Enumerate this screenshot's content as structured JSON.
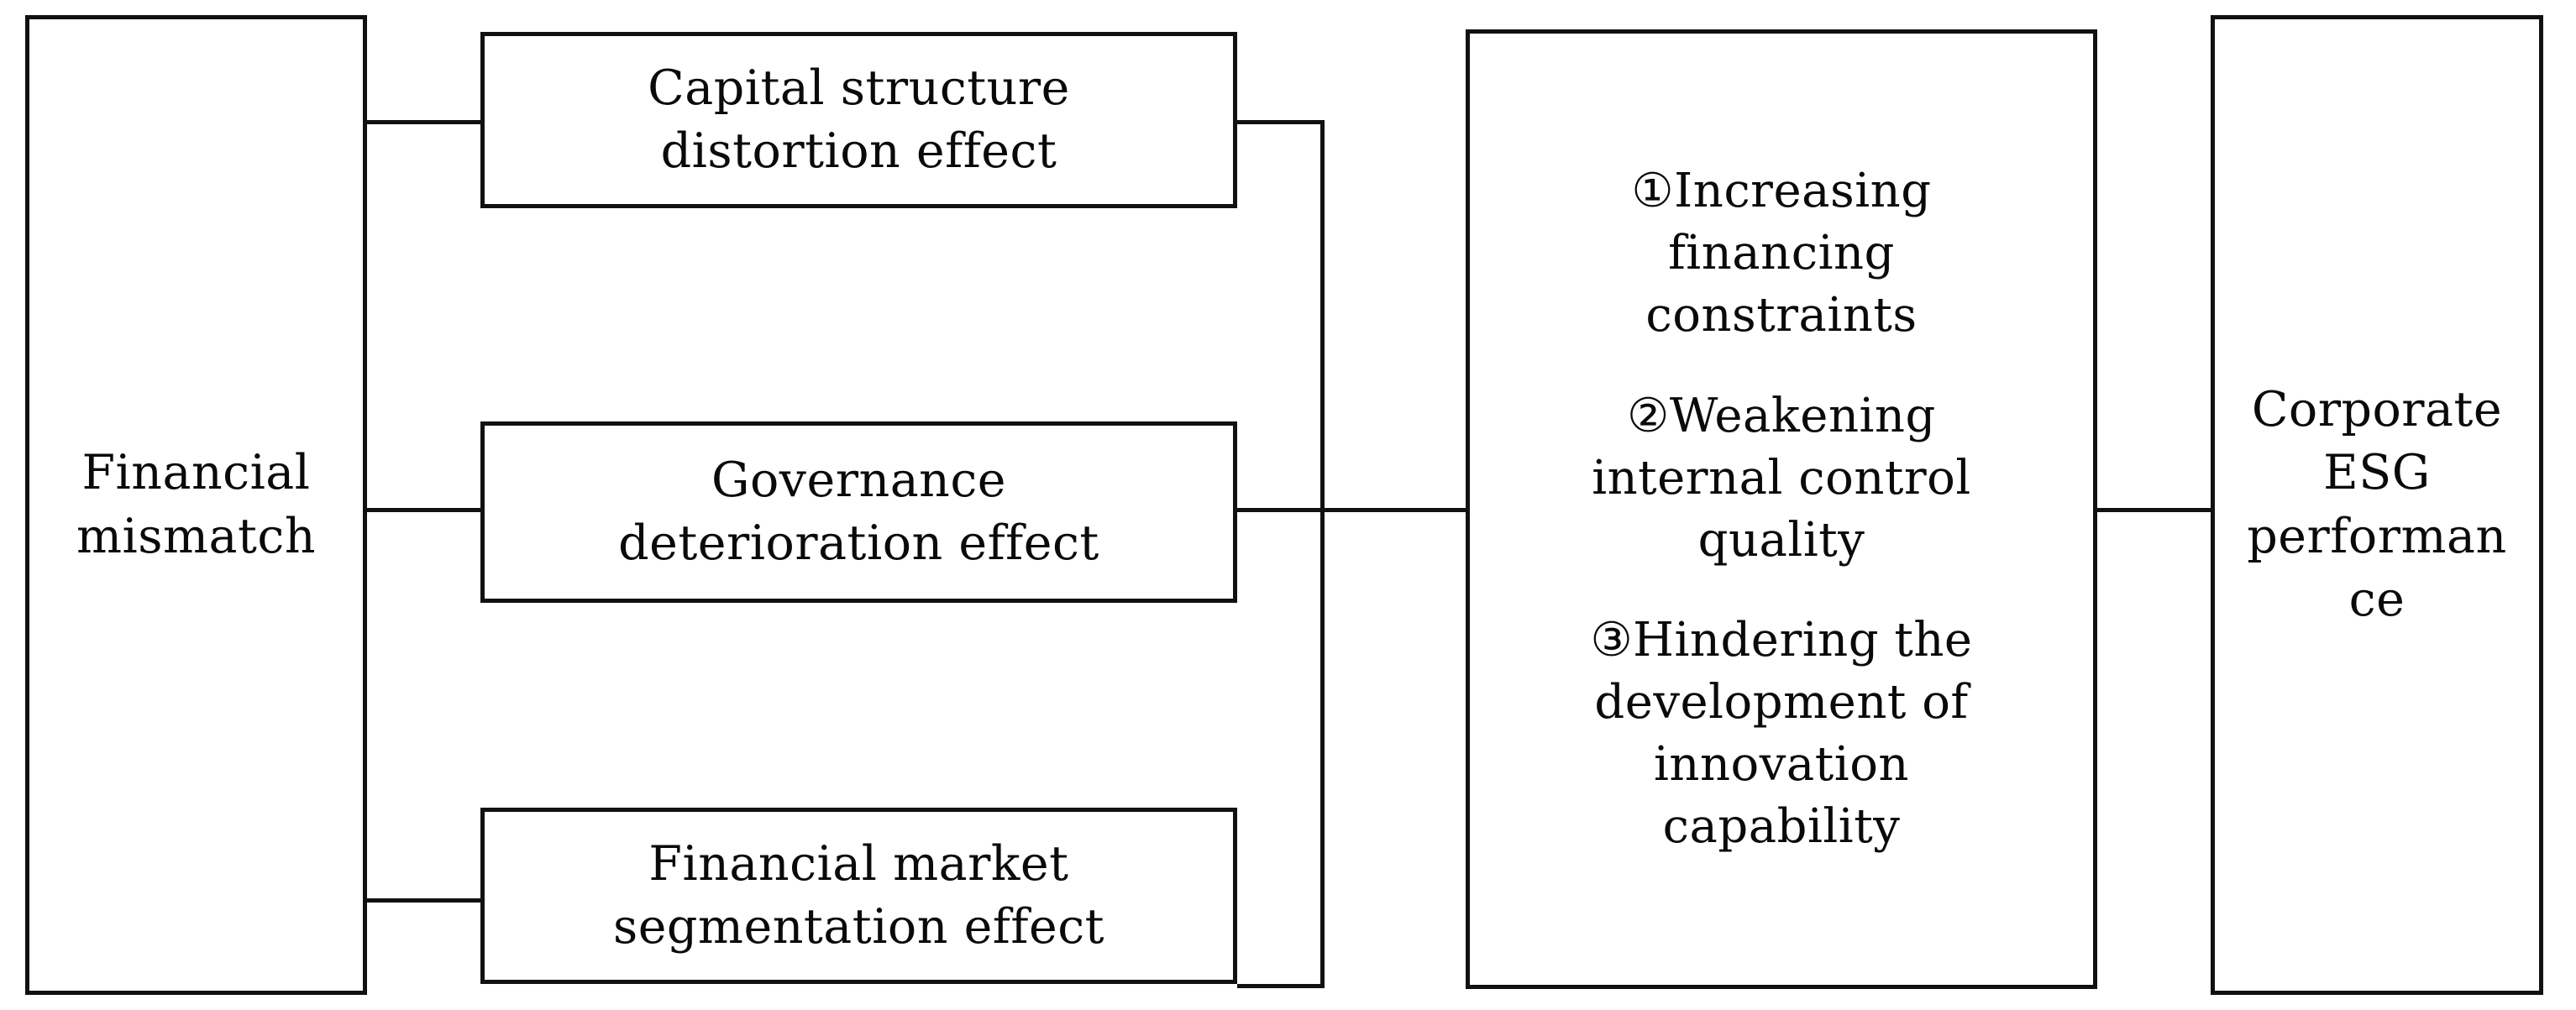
{
  "diagram": {
    "title": "Financial mismatch to corporate ESG performance mechanism diagram",
    "line_color": "#111111",
    "background_color": "#ffffff",
    "text_color": "#0a0a0a"
  },
  "nodes": {
    "source": {
      "label": "Financial\nmismatch"
    },
    "effects": [
      {
        "label": "Capital structure\ndistortion effect"
      },
      {
        "label": "Governance\ndeterioration effect"
      },
      {
        "label": "Financial market\nsegmentation effect"
      }
    ],
    "consequences": {
      "items": [
        {
          "marker": "①",
          "label": "①Increasing\nfinancing\nconstraints"
        },
        {
          "marker": "②",
          "label": "②Weakening\ninternal control\nquality"
        },
        {
          "marker": "③",
          "label": "③Hindering the\ndevelopment of\ninnovation\ncapability"
        }
      ]
    },
    "outcome": {
      "label": "Corporate\nESG\nperforman\nce"
    }
  },
  "connectors": [
    {
      "name": "source-to-capital-structure",
      "from": "Financial mismatch",
      "to": "Capital structure distortion effect"
    },
    {
      "name": "source-to-governance",
      "from": "Financial mismatch",
      "to": "Governance deterioration effect"
    },
    {
      "name": "source-to-market-segmentation",
      "from": "Financial mismatch",
      "to": "Financial market segmentation effect"
    },
    {
      "name": "capital-structure-to-bus",
      "from": "Capital structure distortion effect",
      "to": "consequences bus"
    },
    {
      "name": "governance-to-consequences",
      "from": "Governance deterioration effect",
      "to": "Consequences"
    },
    {
      "name": "market-segmentation-to-bus",
      "from": "Financial market segmentation effect",
      "to": "consequences bus"
    },
    {
      "name": "consequences-to-esg",
      "from": "Consequences",
      "to": "Corporate ESG performance"
    }
  ]
}
